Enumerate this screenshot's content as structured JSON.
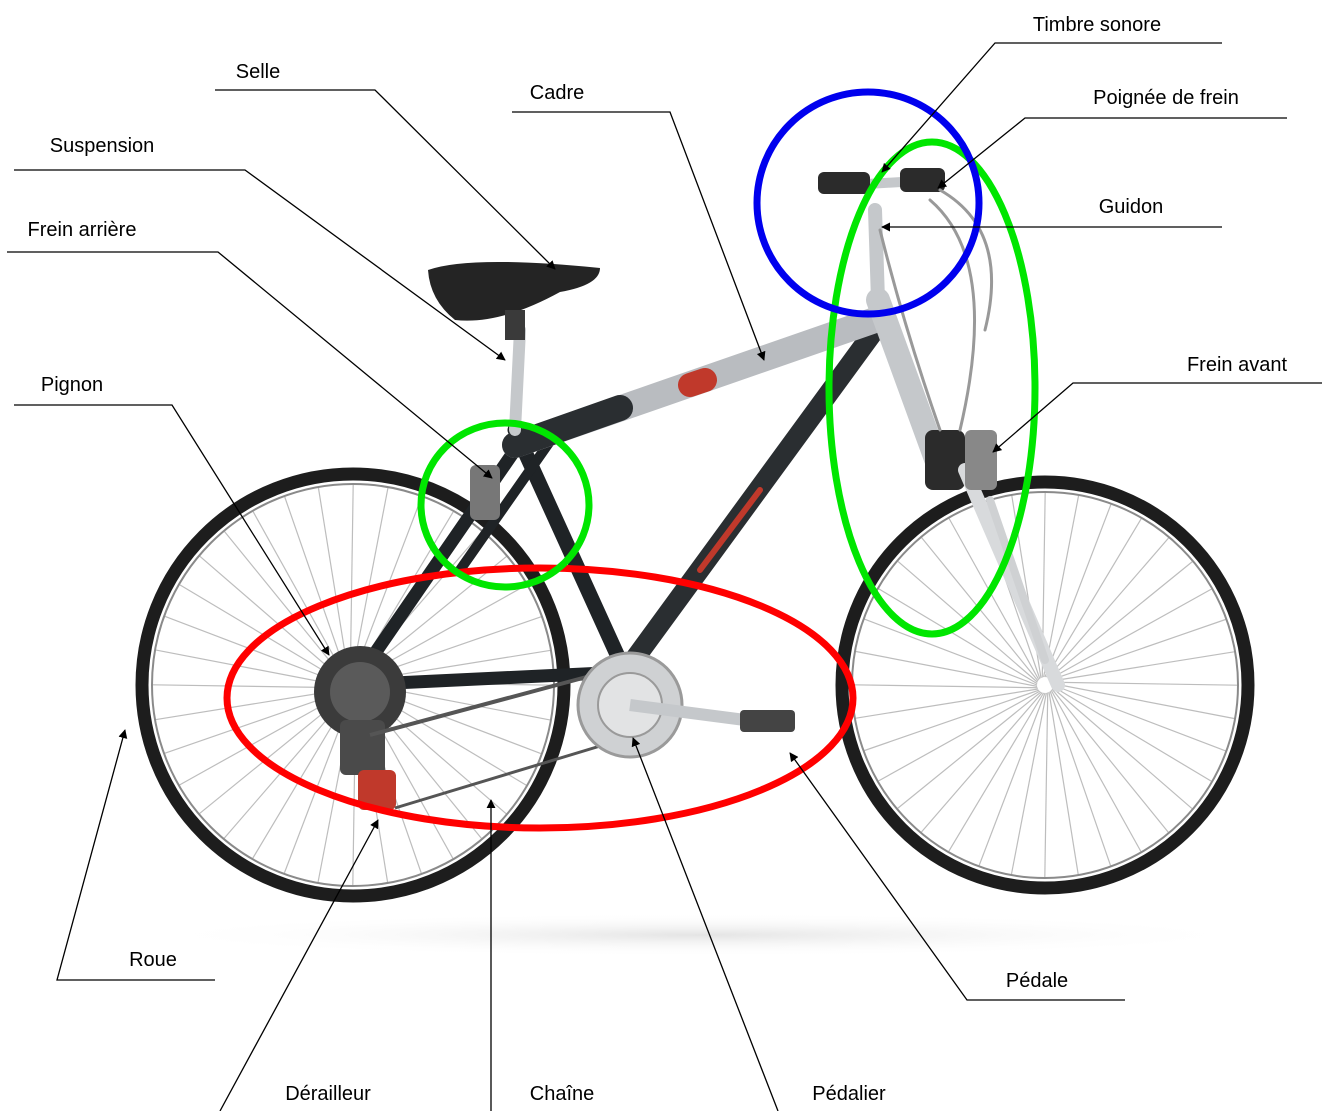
{
  "labels": {
    "timbre_sonore": "Timbre sonore",
    "poignee_de_frein": "Poignée de frein",
    "guidon": "Guidon",
    "frein_avant": "Frein avant",
    "selle": "Selle",
    "cadre": "Cadre",
    "suspension": "Suspension",
    "frein_arriere": "Frein arrière",
    "pignon": "Pignon",
    "roue": "Roue",
    "pedale": "Pédale",
    "derailleur": "Dérailleur",
    "chaine": "Chaîne",
    "pedalier": "Pédalier"
  },
  "highlight_colors": {
    "transmission": "#ff0000",
    "brakes": "#00e600",
    "handlebar": "#0000ee"
  },
  "bike_colors": {
    "frame": "#b9bcc0",
    "frame_dark": "#1f2326",
    "tire": "#1d1d1d",
    "spoke": "#b8b8b8",
    "accent_red": "#c0392b"
  }
}
